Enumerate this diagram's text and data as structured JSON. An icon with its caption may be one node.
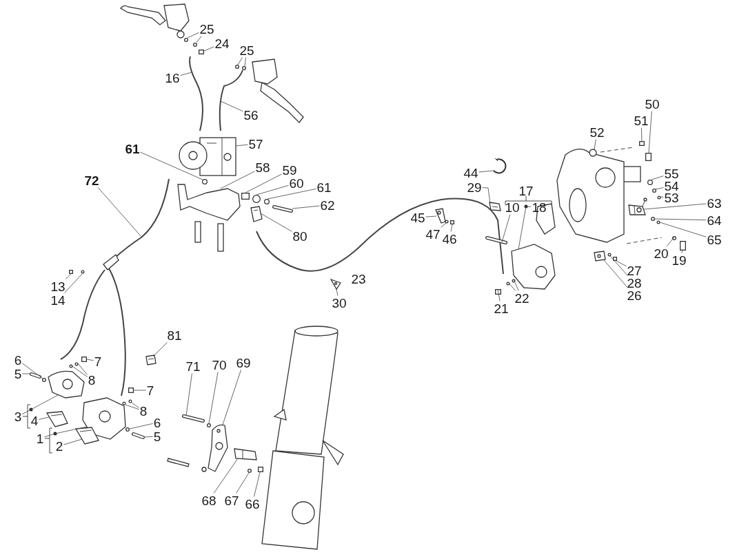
{
  "diagram": {
    "nodes": [
      {
        "text": [
          "25"
        ]
      },
      {
        "text": [
          "24"
        ]
      },
      {
        "text": [
          "25"
        ]
      },
      {
        "text": [
          "16"
        ]
      },
      {
        "text": [
          "56"
        ]
      },
      {
        "text": [
          "57"
        ]
      },
      {
        "text": [
          "61"
        ]
      },
      {
        "text": [
          "58"
        ]
      },
      {
        "text": [
          "59"
        ]
      },
      {
        "text": [
          "60"
        ]
      },
      {
        "text": [
          "61"
        ]
      },
      {
        "text": [
          "62"
        ]
      },
      {
        "text": [
          "72"
        ]
      },
      {
        "text": [
          "80"
        ]
      },
      {
        "text": [
          "13"
        ]
      },
      {
        "text": [
          "14"
        ]
      },
      {
        "text": [
          "30"
        ]
      },
      {
        "text": [
          "44"
        ]
      },
      {
        "text": [
          "29"
        ]
      },
      {
        "text": [
          "45"
        ]
      },
      {
        "text": [
          "47"
        ]
      },
      {
        "text": [
          "46"
        ]
      },
      {
        "text": [
          "10"
        ]
      },
      {
        "text": [
          "18"
        ]
      },
      {
        "text": [
          "21"
        ]
      },
      {
        "text": [
          "22"
        ]
      },
      {
        "text": [
          "50"
        ]
      },
      {
        "text": [
          "51"
        ]
      },
      {
        "text": [
          "52"
        ]
      },
      {
        "text": [
          "55"
        ]
      },
      {
        "text": [
          "54"
        ]
      },
      {
        "text": [
          "53"
        ]
      },
      {
        "text": [
          "63"
        ]
      },
      {
        "text": [
          "64"
        ]
      },
      {
        "text": [
          "65"
        ]
      },
      {
        "text": [
          "20"
        ]
      },
      {
        "text": [
          "19"
        ]
      },
      {
        "text": [
          "27"
        ]
      },
      {
        "text": [
          "28"
        ]
      },
      {
        "text": [
          "26"
        ]
      },
      {
        "text": [
          "81"
        ]
      },
      {
        "text": [
          "6"
        ]
      },
      {
        "text": [
          "7"
        ]
      },
      {
        "text": [
          "5"
        ]
      },
      {
        "text": [
          "8"
        ]
      },
      {
        "text": [
          "7"
        ]
      },
      {
        "text": [
          "8"
        ]
      },
      {
        "text": [
          "3"
        ]
      },
      {
        "text": [
          "4"
        ]
      },
      {
        "text": [
          "6"
        ]
      },
      {
        "text": [
          "5"
        ]
      },
      {
        "text": [
          "1"
        ]
      },
      {
        "text": [
          "2"
        ]
      },
      {
        "text": [
          "71"
        ]
      },
      {
        "text": [
          "70"
        ]
      },
      {
        "text": [
          "69"
        ]
      },
      {
        "text": [
          "68"
        ]
      },
      {
        "text": [
          "67"
        ]
      },
      {
        "text": [
          "66"
        ]
      },
      {
        "text": [],
        "shape": "circle"
      },
      {
        "text": [],
        "shape": "circle"
      },
      {
        "text": [],
        "shape": "box"
      },
      {
        "text": [],
        "shape": "circle"
      },
      {
        "text": [],
        "shape": "circle"
      },
      {
        "text": [],
        "shape": "picture"
      },
      {
        "text": [],
        "shape": "picture"
      },
      {
        "text": [],
        "shape": "picture"
      },
      {
        "text": [],
        "shape": "circle"
      },
      {
        "text": [],
        "shape": "picture"
      },
      {
        "text": [],
        "shape": "box"
      },
      {
        "text": [],
        "shape": "circle"
      },
      {
        "text": [],
        "shape": "circle"
      },
      {
        "text": [],
        "shape": "bar"
      },
      {
        "text": [],
        "shape": "picture"
      },
      {
        "text": [],
        "shape": "picture"
      },
      {
        "text": [],
        "shape": "box"
      },
      {
        "text": [],
        "shape": "circle"
      },
      {
        "text": [],
        "shape": "picture"
      },
      {
        "text": [],
        "shape": "picture"
      },
      {
        "text": [],
        "shape": "picture"
      },
      {
        "text": [],
        "shape": "picture"
      },
      {
        "text": [],
        "shape": "circle"
      },
      {
        "text": [],
        "shape": "box"
      },
      {
        "text": [],
        "shape": "bar"
      },
      {
        "text": [],
        "shape": "picture"
      },
      {
        "text": [],
        "shape": "box"
      },
      {
        "text": [],
        "shape": "circle"
      },
      {
        "text": [],
        "shape": "circle"
      },
      {
        "text": [],
        "shape": "box"
      },
      {
        "text": [],
        "shape": "box"
      },
      {
        "text": [],
        "shape": "picture"
      },
      {
        "text": [],
        "shape": "circle"
      },
      {
        "text": [],
        "shape": "circle"
      },
      {
        "text": [],
        "shape": "circle"
      },
      {
        "text": [],
        "shape": "picture"
      },
      {
        "text": [],
        "shape": "circle"
      },
      {
        "text": [],
        "shape": "circle"
      },
      {
        "text": [],
        "shape": "circle"
      },
      {
        "text": [],
        "shape": "box"
      },
      {
        "text": [],
        "shape": "box"
      },
      {
        "text": [],
        "shape": "circle"
      },
      {
        "text": [],
        "shape": "picture"
      },
      {
        "text": [],
        "shape": "picture"
      },
      {
        "text": [],
        "shape": "circle"
      },
      {
        "text": [],
        "shape": "box"
      },
      {
        "text": [],
        "shape": "bar"
      },
      {
        "text": [],
        "shape": "circle"
      },
      {
        "text": [],
        "shape": "circle"
      },
      {
        "text": [],
        "shape": "box"
      },
      {
        "text": [],
        "shape": "circle"
      },
      {
        "text": [],
        "shape": "circle"
      },
      {
        "text": [],
        "shape": "picture"
      },
      {
        "text": [],
        "shape": "picture"
      },
      {
        "text": [],
        "shape": "circle"
      },
      {
        "text": [],
        "shape": "bar"
      },
      {
        "text": [],
        "shape": "picture"
      },
      {
        "text": [],
        "shape": "picture"
      },
      {
        "text": [],
        "shape": "bar"
      },
      {
        "text": [],
        "shape": "circle"
      },
      {
        "text": [],
        "shape": "picture"
      },
      {
        "text": [],
        "shape": "picture"
      },
      {
        "text": [],
        "shape": "circle"
      },
      {
        "text": [],
        "shape": "box"
      }
    ],
    "edges": [
      {
        "from": 0,
        "to": 59,
        "arrow": "none"
      },
      {
        "from": 0,
        "to": 60,
        "arrow": "none"
      },
      {
        "from": 1,
        "to": 61,
        "arrow": "none"
      },
      {
        "from": 2,
        "to": 62,
        "arrow": "none"
      },
      {
        "from": 2,
        "to": 63,
        "arrow": "none"
      },
      {
        "from": 3,
        "to": 64,
        "arrow": "none"
      },
      {
        "from": 4,
        "to": 65,
        "arrow": "none"
      },
      {
        "from": 5,
        "to": 66,
        "arrow": "none"
      },
      {
        "from": 6,
        "to": 67,
        "arrow": "none"
      },
      {
        "from": 7,
        "to": 68,
        "arrow": "none"
      },
      {
        "from": 8,
        "to": 69,
        "arrow": "none"
      },
      {
        "from": 9,
        "to": 70,
        "arrow": "none"
      },
      {
        "from": 10,
        "to": 71,
        "arrow": "none"
      },
      {
        "from": 11,
        "to": 72,
        "arrow": "none"
      },
      {
        "from": 12,
        "to": 73,
        "arrow": "none"
      },
      {
        "from": 13,
        "to": 74,
        "arrow": "none"
      },
      {
        "from": 14,
        "to": 75,
        "arrow": "none"
      },
      {
        "from": 15,
        "to": 76,
        "arrow": "none"
      },
      {
        "from": 16,
        "to": 77,
        "arrow": "none"
      },
      {
        "from": 17,
        "to": 78,
        "arrow": "none"
      },
      {
        "from": 18,
        "to": 79,
        "arrow": "none"
      },
      {
        "from": 19,
        "to": 80,
        "arrow": "none"
      },
      {
        "from": 20,
        "to": 81,
        "arrow": "none"
      },
      {
        "from": 21,
        "to": 82,
        "arrow": "none"
      },
      {
        "from": 22,
        "to": 83,
        "arrow": "none"
      },
      {
        "from": 23,
        "to": 84,
        "arrow": "none"
      },
      {
        "from": 24,
        "to": 85,
        "arrow": "none"
      },
      {
        "from": 25,
        "to": 86,
        "arrow": "none"
      },
      {
        "from": 25,
        "to": 87,
        "arrow": "none"
      },
      {
        "from": 26,
        "to": 88,
        "arrow": "none"
      },
      {
        "from": 27,
        "to": 89,
        "arrow": "none"
      },
      {
        "from": 28,
        "to": 90,
        "arrow": "none"
      },
      {
        "from": 29,
        "to": 91,
        "arrow": "none"
      },
      {
        "from": 30,
        "to": 92,
        "arrow": "none"
      },
      {
        "from": 31,
        "to": 93,
        "arrow": "none"
      },
      {
        "from": 32,
        "to": 94,
        "arrow": "none"
      },
      {
        "from": 33,
        "to": 95,
        "arrow": "none"
      },
      {
        "from": 34,
        "to": 96,
        "arrow": "none"
      },
      {
        "from": 35,
        "to": 97,
        "arrow": "none"
      },
      {
        "from": 36,
        "to": 98,
        "arrow": "none"
      },
      {
        "from": 37,
        "to": 99,
        "arrow": "none"
      },
      {
        "from": 38,
        "to": 100,
        "arrow": "none"
      },
      {
        "from": 39,
        "to": 101,
        "arrow": "none"
      },
      {
        "from": 40,
        "to": 102,
        "arrow": "none"
      },
      {
        "from": 41,
        "to": 103,
        "arrow": "none"
      },
      {
        "from": 42,
        "to": 104,
        "arrow": "none"
      },
      {
        "from": 43,
        "to": 105,
        "arrow": "none"
      },
      {
        "from": 44,
        "to": 106,
        "arrow": "none"
      },
      {
        "from": 44,
        "to": 107,
        "arrow": "none"
      },
      {
        "from": 45,
        "to": 108,
        "arrow": "none"
      },
      {
        "from": 46,
        "to": 109,
        "arrow": "none"
      },
      {
        "from": 46,
        "to": 110,
        "arrow": "none"
      },
      {
        "from": 47,
        "to": 111,
        "arrow": "none"
      },
      {
        "from": 48,
        "to": 112,
        "arrow": "none"
      },
      {
        "from": 49,
        "to": 113,
        "arrow": "none"
      },
      {
        "from": 50,
        "to": 114,
        "arrow": "none"
      },
      {
        "from": 51,
        "to": 115,
        "arrow": "none"
      },
      {
        "from": 52,
        "to": 116,
        "arrow": "none"
      },
      {
        "from": 53,
        "to": 117,
        "arrow": "none"
      },
      {
        "from": 54,
        "to": 118,
        "arrow": "none"
      },
      {
        "from": 55,
        "to": 119,
        "arrow": "none"
      },
      {
        "from": 56,
        "to": 120,
        "arrow": "none"
      },
      {
        "from": 57,
        "to": 121,
        "arrow": "none"
      },
      {
        "from": 58,
        "to": 122,
        "arrow": "none"
      }
    ],
    "labels": [
      "17",
      "23"
    ]
  }
}
